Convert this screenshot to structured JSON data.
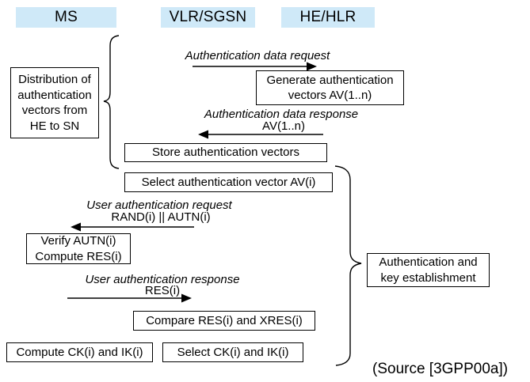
{
  "columns": {
    "ms": "MS",
    "vlr_sgsn": "VLR/SGSN",
    "he_hlr": "HE/HLR"
  },
  "messages": {
    "auth_data_request": {
      "label": "Authentication data request"
    },
    "auth_data_response": {
      "label": "Authentication data response",
      "param": "AV(1..n)"
    },
    "user_auth_request": {
      "label": "User authentication request",
      "param": "RAND(i) || AUTN(i)"
    },
    "user_auth_response": {
      "label": "User authentication response",
      "param": "RES(i)"
    }
  },
  "boxes": {
    "generate_vectors": {
      "line1": "Generate authentication",
      "line2": "vectors AV(1..n)"
    },
    "store_vectors": {
      "line1": "Store authentication vectors"
    },
    "select_vector": {
      "line1": "Select authentication vector AV(i)"
    },
    "verify_compute": {
      "line1": "Verify AUTN(i)",
      "line2": "Compute RES(i)"
    },
    "compare_res": {
      "line1": "Compare RES(i) and XRES(i)"
    },
    "compute_ck_ik": {
      "line1": "Compute CK(i) and IK(i)"
    },
    "select_ck_ik": {
      "line1": "Select CK(i) and IK(i)"
    }
  },
  "brace_labels": {
    "distribution": {
      "line1": "Distribution of",
      "line2": "authentication",
      "line3": "vectors from",
      "line4": "HE to SN"
    },
    "auth_key": {
      "line1": "Authentication and",
      "line2": "key establishment"
    }
  },
  "source_note": "(Source [3GPP00a])",
  "colors": {
    "header_bg": "#cfe9f8",
    "stroke": "#000000",
    "text": "#000000",
    "background": "#ffffff"
  }
}
